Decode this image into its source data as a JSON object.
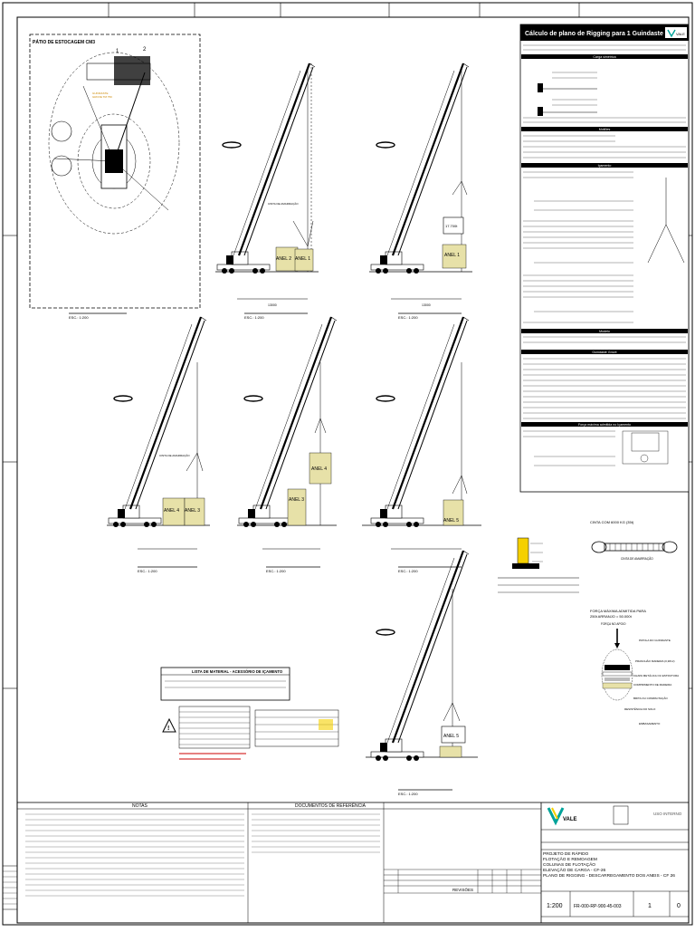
{
  "drawing": {
    "plan_title": "PÁTIO DE ESTOCAGEM CM3",
    "markers": [
      "1",
      "2"
    ],
    "ring_labels": [
      "ANEL 1",
      "ANEL 2",
      "ANEL 3",
      "ANEL 4",
      "ANEL 5"
    ],
    "sling_label": "CINTA DE AMARRAÇÃO",
    "dim_label": "13000",
    "scale_label": "ESC.: 1:200"
  },
  "calc": {
    "title": "Cálculo de plano de Rigging para 1 Guindaste",
    "logo": "VALE",
    "sections": [
      "Carga simétrica",
      "Moitões",
      "Içamento",
      "Modelo",
      "Guindaste Grove",
      "Força máxima admitida no Içamento"
    ]
  },
  "details": {
    "sling_title": "CINTA COM 6000 KG (35t)",
    "sling_label": "CINTA DE AMARRAÇÃO",
    "force_title": "FORÇA MÁXIMA ADMITIDA PARA",
    "force_value": "250t ARRANJO = 50.000t",
    "force_sub": "FORÇA NO APOIO",
    "layers": [
      "PATOLA DO GUINDASTE",
      "PRANCHÃO MADEIRA (0,38m²)",
      "CHAPA METÁLICA OU ESTRUTURA",
      "COMPRIMENTO DE MADEIRA",
      "BRITA OU COMPACTAÇÃO",
      "RESISTÊNCIA DO SOLO",
      "EMBASAMENTO"
    ]
  },
  "material": {
    "title": "LISTA DE MATERIAL - ACESSÓRIO DE IÇAMENTO"
  },
  "notes": {
    "notes_title": "NOTAS",
    "refs_title": "DOCUMENTOS DE REFERÊNCIA",
    "revisions_title": "REVISÕES"
  },
  "title_block": {
    "logo": "VALE",
    "project_lines": [
      "PROJETO DE RÁPIDO",
      "FLOTAÇÃO E REMOAGEM",
      "COLUNAS DE FLOTAÇÃO",
      "ELEVAÇÃO DE CARGA - CF-26",
      "PLANO DE RIGGING - DESCARREGAMENTO DOS ANEIS - CF 26"
    ],
    "scale": "1:200",
    "doc_number": "FR-000-RP-900-45-003",
    "sheet": "1",
    "rev": "0",
    "uso": "USO INTERNO"
  },
  "colors": {
    "ink": "#000000",
    "paper": "#ffffff",
    "accent": "#f5d000",
    "warning": "#cc0000",
    "logo": "#00a39a"
  }
}
